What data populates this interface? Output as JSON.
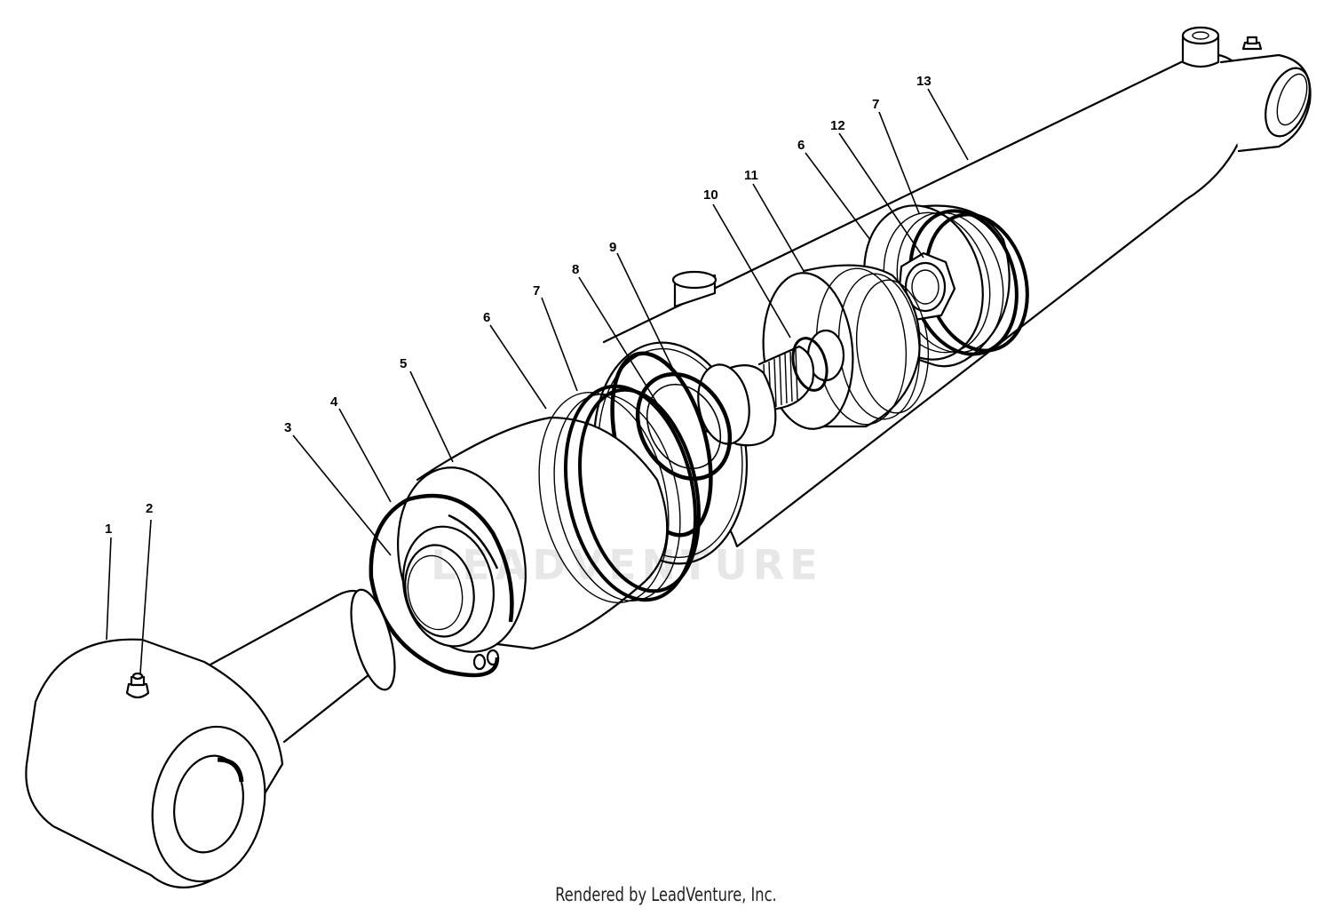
{
  "callouts": [
    {
      "label": "1"
    },
    {
      "label": "2"
    },
    {
      "label": "3"
    },
    {
      "label": "4"
    },
    {
      "label": "5"
    },
    {
      "label": "6"
    },
    {
      "label": "7"
    },
    {
      "label": "8"
    },
    {
      "label": "9"
    },
    {
      "label": "10"
    },
    {
      "label": "11"
    },
    {
      "label": "6"
    },
    {
      "label": "12"
    },
    {
      "label": "7"
    },
    {
      "label": "13"
    }
  ],
  "watermark": "LEADVENTURE",
  "footer": "Rendered by LeadVenture, Inc."
}
